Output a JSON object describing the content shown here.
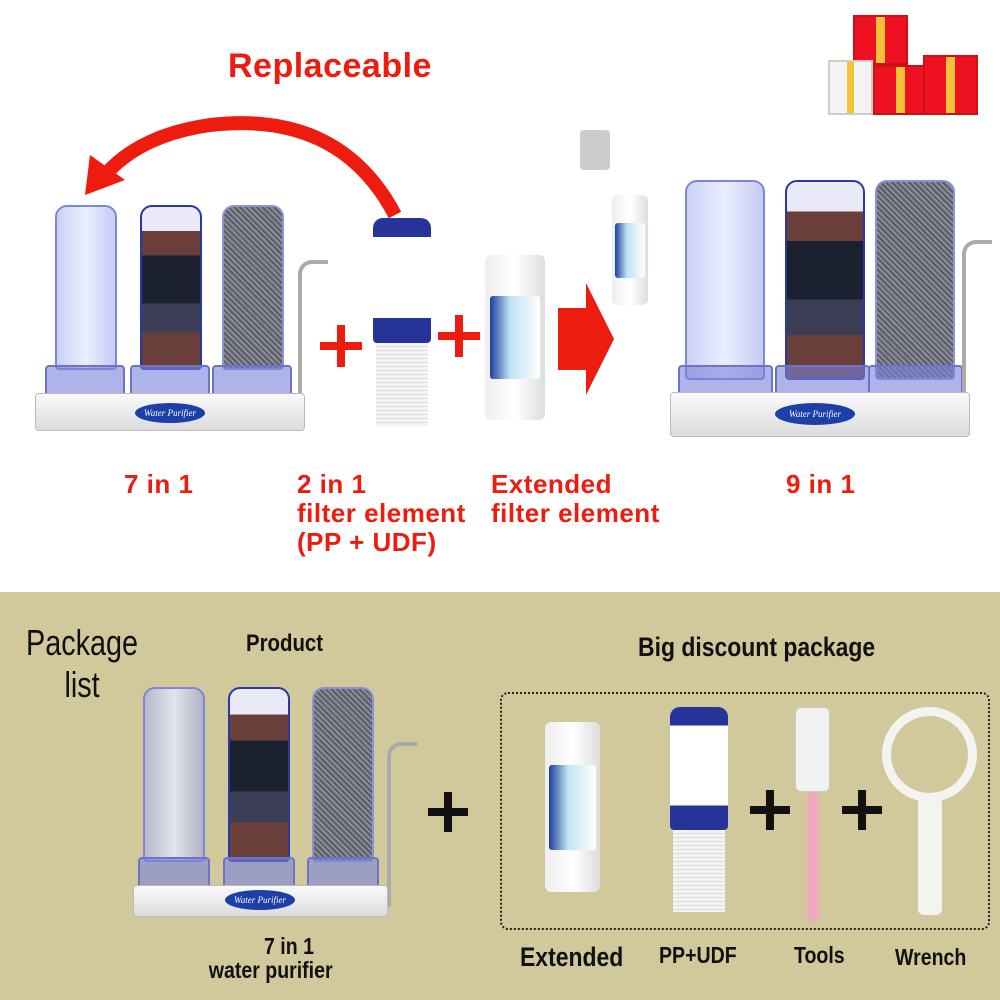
{
  "top": {
    "headline": "Replaceable",
    "labels": {
      "left": "7 in 1",
      "filter_2in1": [
        "2 in 1",
        "filter element",
        "(PP + UDF)"
      ],
      "extended": [
        "Extended",
        "filter element"
      ],
      "right": "9 in 1"
    },
    "logo_text": "Water Purifier",
    "accent_color": "#ee1b0f"
  },
  "bottom": {
    "background_color": "#d1c99b",
    "package_title": [
      "Package",
      "list"
    ],
    "product_heading": "Product",
    "product_caption": [
      "7 in 1",
      "water purifier"
    ],
    "discount_heading": "Big discount package",
    "items": [
      "Extended",
      "PP+UDF",
      "Tools",
      "Wrench"
    ]
  }
}
